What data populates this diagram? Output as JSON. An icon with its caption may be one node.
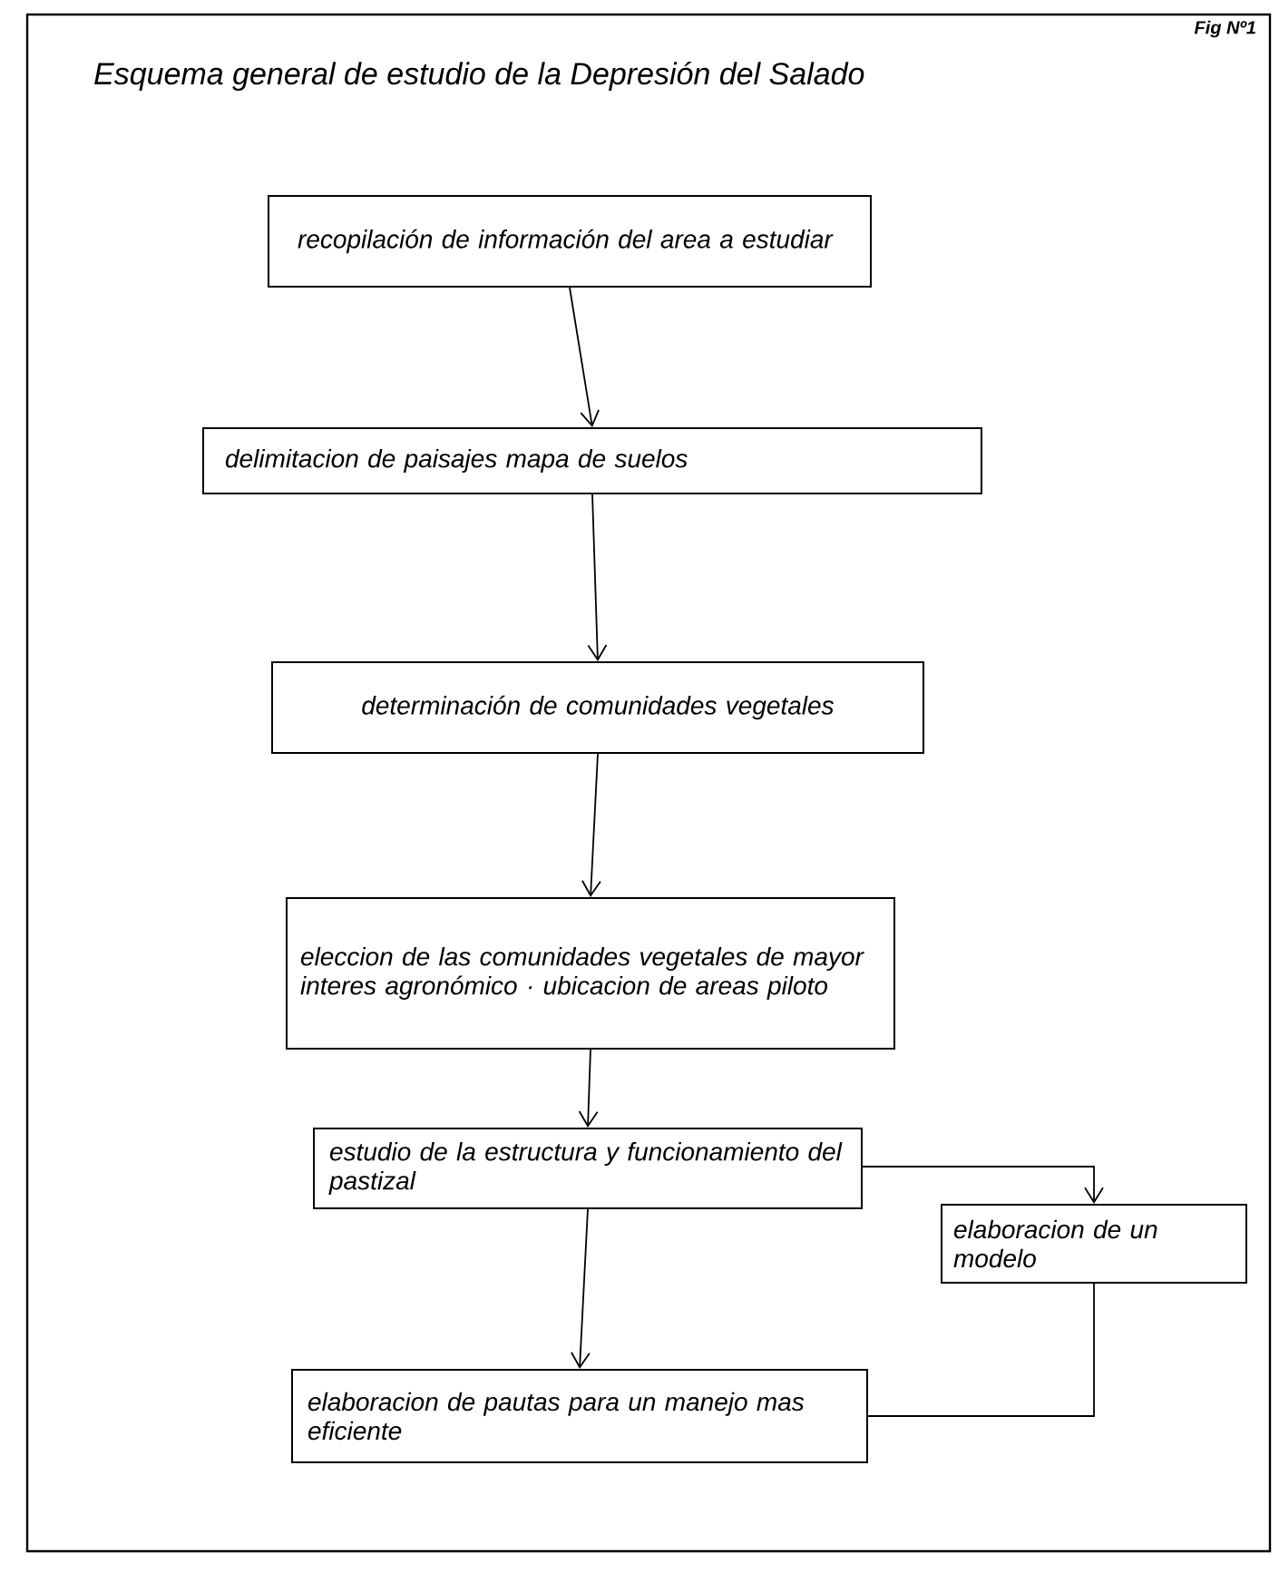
{
  "diagram": {
    "title": "Esquema general de estudio de la Depresión del Salado",
    "nodes": [
      {
        "text": [
          "recopilación de información del area a estudiar"
        ]
      },
      {
        "text": [
          "delimitacion de paisajes mapa de suelos"
        ]
      },
      {
        "text": [
          "determinación de comunidades vegetales"
        ]
      },
      {
        "text": [
          "eleccion de las comunidades vegetales de mayor interes agronómico · ubicacion de areas piloto"
        ]
      },
      {
        "text": [
          "estudio de la estructura y funcionamiento del pastizal"
        ]
      },
      {
        "text": [
          "elaboracion de un modelo"
        ]
      },
      {
        "text": [
          "elaboracion de pautas para un manejo mas eficiente"
        ]
      }
    ],
    "edges": [
      {
        "from": 0,
        "to": 1,
        "arrow": "to"
      },
      {
        "from": 1,
        "to": 2,
        "arrow": "to"
      },
      {
        "from": 2,
        "to": 3,
        "arrow": "to"
      },
      {
        "from": 3,
        "to": 4,
        "arrow": "to"
      },
      {
        "from": 4,
        "to": 5,
        "arrow": "to"
      },
      {
        "from": 4,
        "to": 6,
        "arrow": "to"
      },
      {
        "from": 5,
        "to": 6,
        "arrow": "none"
      }
    ],
    "labels": [
      "Fig Nº1"
    ]
  }
}
